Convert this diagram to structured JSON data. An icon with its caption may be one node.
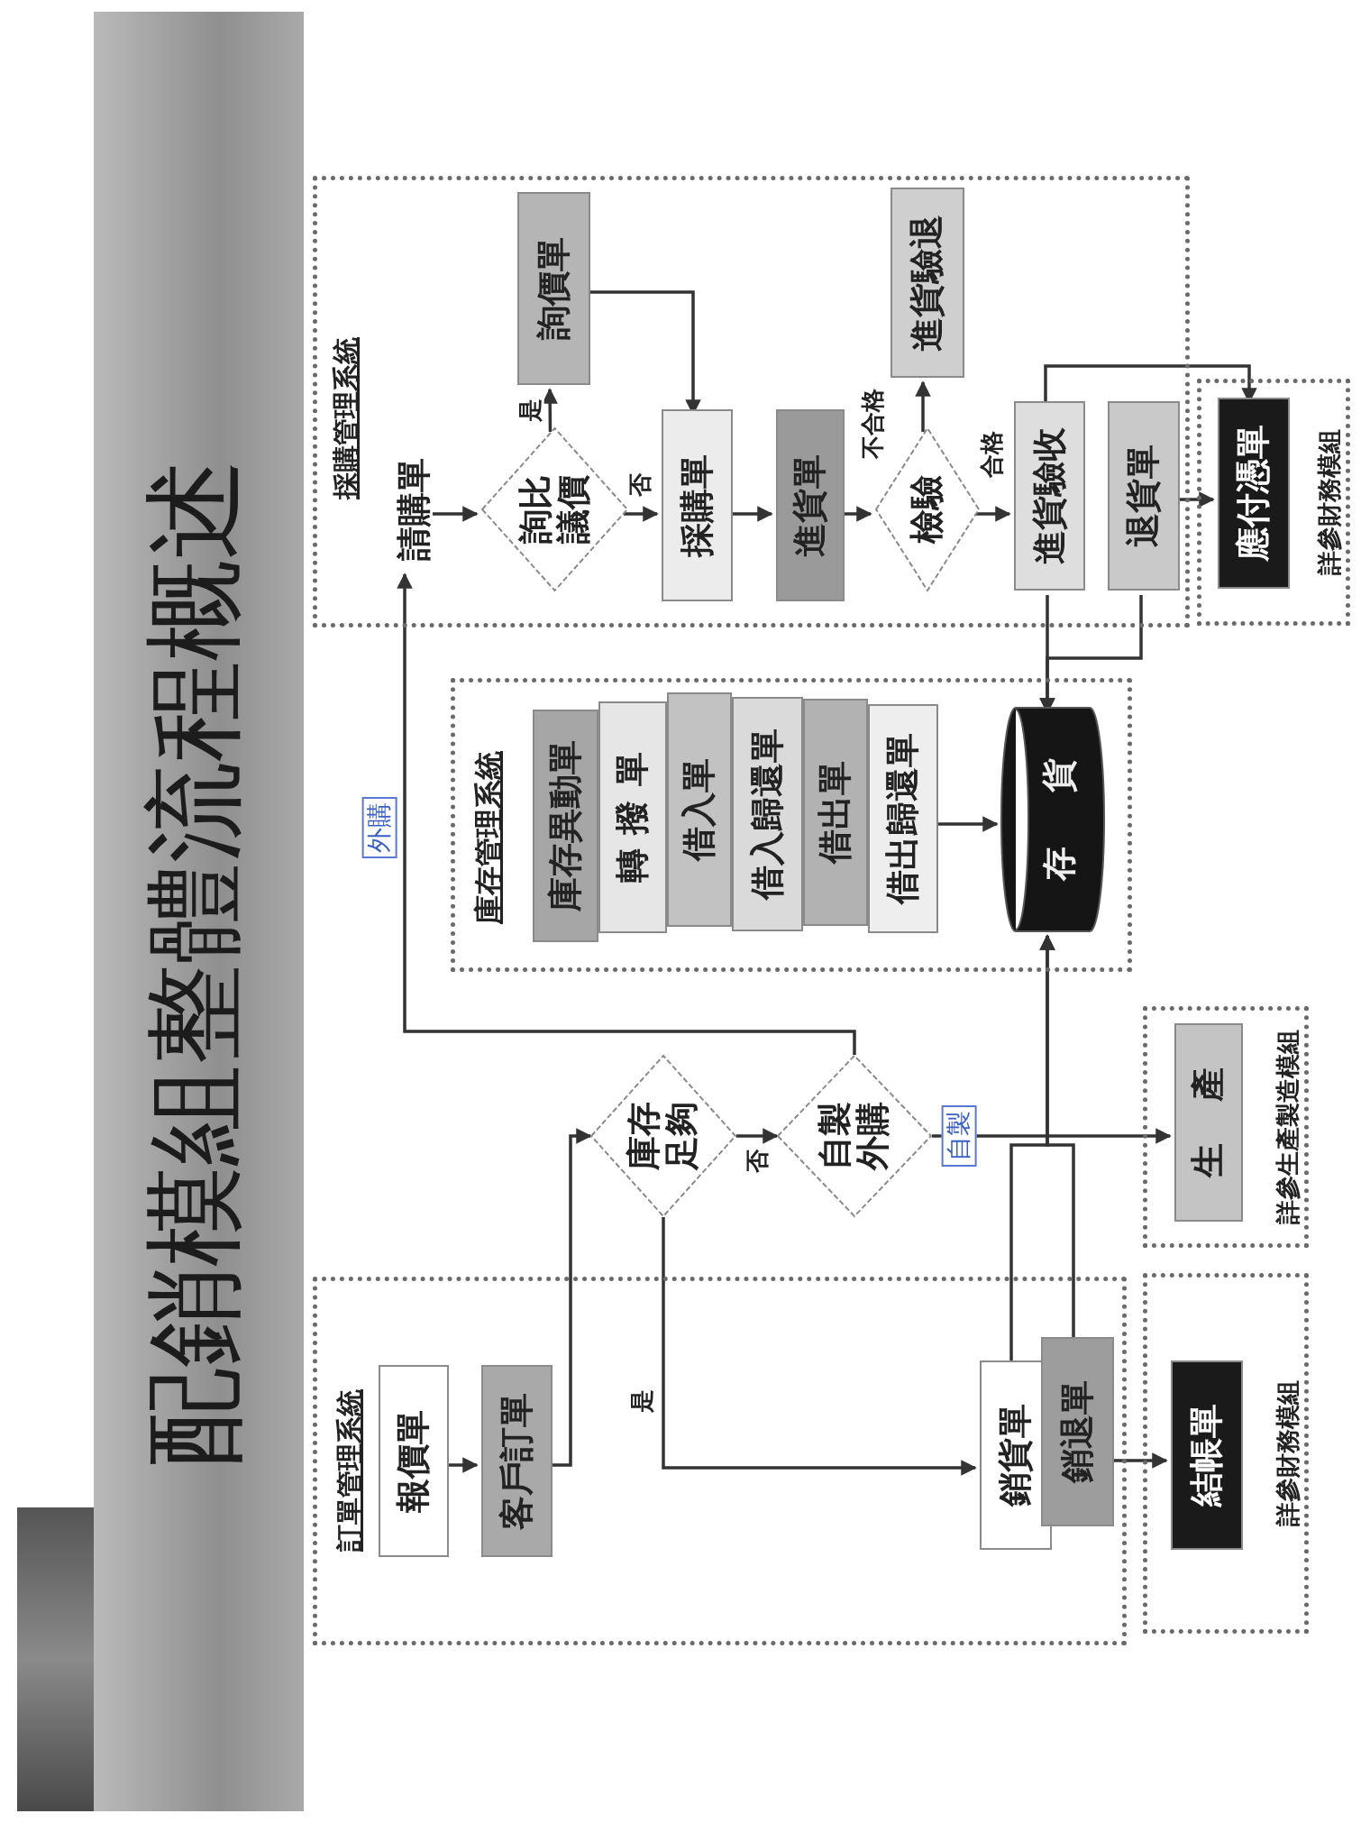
{
  "diagram": {
    "title": "配銷模組整體流程概述",
    "nodes": [
      {
        "text": [
          "採購管理系統"
        ]
      },
      {
        "text": [
          "請購單"
        ],
        "in": 0
      },
      {
        "text": [
          "詢比議價"
        ],
        "in": 0
      },
      {
        "text": [
          "詢價單"
        ],
        "in": 0
      },
      {
        "text": [
          "採購單"
        ],
        "in": 0
      },
      {
        "text": [
          "進貨單"
        ],
        "in": 0
      },
      {
        "text": [
          "檢驗"
        ],
        "in": 0
      },
      {
        "text": [
          "進貨驗退"
        ],
        "in": 0
      },
      {
        "text": [
          "進貨驗收"
        ],
        "in": 0
      },
      {
        "text": [
          "退貨單"
        ],
        "in": 0
      },
      {
        "text": [
          "詳參財務模組"
        ]
      },
      {
        "text": [
          "應付憑單"
        ],
        "in": 10
      },
      {
        "text": [
          "庫存管理系統"
        ]
      },
      {
        "text": [
          "庫存異動單"
        ],
        "in": 12
      },
      {
        "text": [
          "轉撥單"
        ],
        "in": 12
      },
      {
        "text": [
          "借入單"
        ],
        "in": 12
      },
      {
        "text": [
          "借入歸還單"
        ],
        "in": 12
      },
      {
        "text": [
          "借出單"
        ],
        "in": 12
      },
      {
        "text": [
          "借出歸還單"
        ],
        "in": 12
      },
      {
        "text": [
          "存貨"
        ],
        "in": 12
      },
      {
        "text": [
          "庫存足夠"
        ]
      },
      {
        "text": [
          "自製外購"
        ]
      },
      {
        "text": [
          "詳參生產製造模組"
        ]
      },
      {
        "text": [
          "生產"
        ],
        "in": 22
      },
      {
        "text": [
          "訂單管理系統"
        ]
      },
      {
        "text": [
          "報價單"
        ],
        "in": 24
      },
      {
        "text": [
          "客戶訂單"
        ],
        "in": 24
      },
      {
        "text": [
          "銷貨單"
        ],
        "in": 24
      },
      {
        "text": [
          "銷退單"
        ],
        "in": 24
      },
      {
        "text": [
          "詳參財務模組"
        ]
      },
      {
        "text": [
          "結帳單"
        ],
        "in": 29
      }
    ],
    "edges": [
      {
        "from": 1,
        "to": 2,
        "arrow": "to"
      },
      {
        "from": 2,
        "to": 3,
        "arrow": "to",
        "label": "是"
      },
      {
        "from": 3,
        "to": 4,
        "arrow": "to"
      },
      {
        "from": 2,
        "to": 4,
        "arrow": "to",
        "label": "否"
      },
      {
        "from": 4,
        "to": 5,
        "arrow": "to"
      },
      {
        "from": 5,
        "to": 6,
        "arrow": "to"
      },
      {
        "from": 6,
        "to": 7,
        "arrow": "to",
        "label": "不合格"
      },
      {
        "from": 6,
        "to": 8,
        "arrow": "to",
        "label": "合格"
      },
      {
        "from": 8,
        "to": 11,
        "arrow": "to"
      },
      {
        "from": 9,
        "to": 11,
        "arrow": "to"
      },
      {
        "from": 8,
        "to": 19,
        "arrow": "to"
      },
      {
        "from": 9,
        "to": 19,
        "arrow": "to"
      },
      {
        "from": 18,
        "to": 19,
        "arrow": "to"
      },
      {
        "from": 27,
        "to": 19,
        "arrow": "to"
      },
      {
        "from": 28,
        "to": 19,
        "arrow": "to"
      },
      {
        "from": 25,
        "to": 26,
        "arrow": "to"
      },
      {
        "from": 26,
        "to": 20,
        "arrow": "to"
      },
      {
        "from": 20,
        "to": 27,
        "arrow": "to",
        "label": "是"
      },
      {
        "from": 20,
        "to": 21,
        "arrow": "to",
        "label": "否"
      },
      {
        "from": 21,
        "to": 1,
        "arrow": "to",
        "label": "外購"
      },
      {
        "from": 21,
        "to": 23,
        "arrow": "to",
        "label": "自製"
      },
      {
        "from": 28,
        "to": 30,
        "arrow": "to"
      }
    ]
  }
}
